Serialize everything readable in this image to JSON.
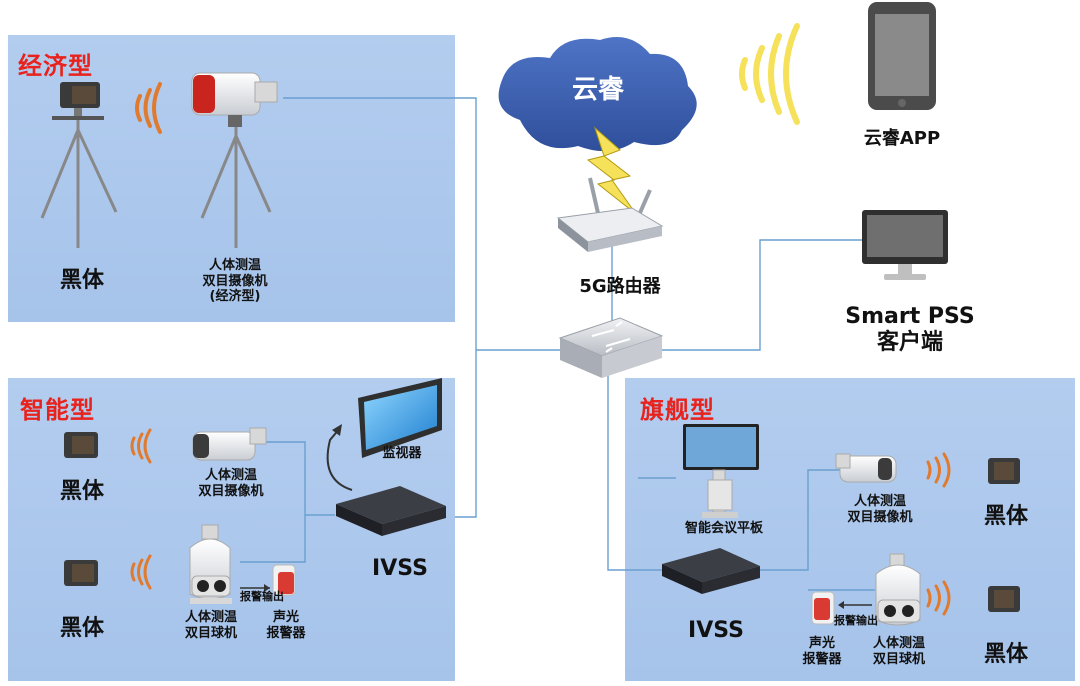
{
  "panels": {
    "economy": {
      "title": "经济型",
      "blackbody": "黑体",
      "camera": [
        "人体测温",
        "双目摄像机",
        "(经济型)"
      ]
    },
    "smart": {
      "title": "智能型",
      "blackbody_1": "黑体",
      "blackbody_2": "黑体",
      "camera": [
        "人体测温",
        "双目摄像机"
      ],
      "dome": [
        "人体测温",
        "双目球机"
      ],
      "alarm_output": "报警输出",
      "alarm": [
        "声光",
        "报警器"
      ],
      "monitor": "监视器",
      "ivss": "IVSS"
    },
    "flagship": {
      "title": "旗舰型",
      "tablet": "智能会议平板",
      "camera": [
        "人体测温",
        "双目摄像机"
      ],
      "dome": [
        "人体测温",
        "双目球机"
      ],
      "alarm_output": "报警输出",
      "alarm": [
        "声光",
        "报警器"
      ],
      "blackbody_1": "黑体",
      "blackbody_2": "黑体",
      "ivss": "IVSS"
    }
  },
  "cloud": {
    "label": "云睿"
  },
  "router": {
    "label": "5G路由器"
  },
  "phone": {
    "label": "云睿APP"
  },
  "pc": {
    "label_1": "Smart PSS",
    "label_2": "客户端"
  },
  "colors": {
    "panel": "#a9c6eb",
    "title_red": "#e8231d",
    "wave_orange": "#e07a2e",
    "wave_yellow": "#f6e15a",
    "line_blue": "#6a9fd0",
    "cloud": "#3f63b5"
  }
}
